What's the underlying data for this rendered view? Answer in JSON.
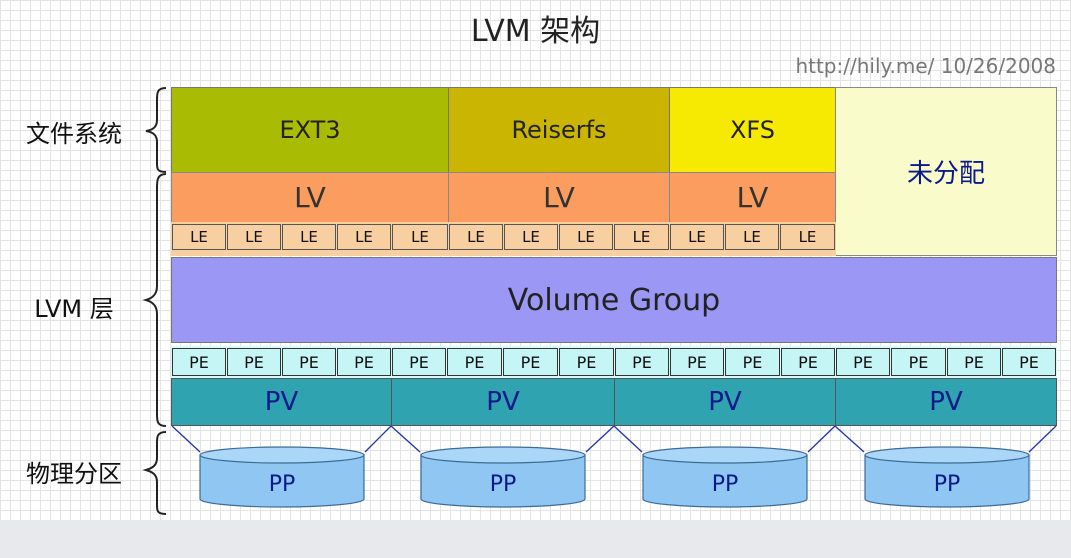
{
  "title": "LVM 架构",
  "source": "http://hily.me/  10/26/2008",
  "side_labels": {
    "filesystem": "文件系统",
    "lvm_layer": "LVM 层",
    "physical_partition": "物理分区"
  },
  "filesystems": [
    "EXT3",
    "Reiserfs",
    "XFS"
  ],
  "unallocated": "未分配",
  "lv_label": "LV",
  "le_label": "LE",
  "volume_group": "Volume Group",
  "pe_label": "PE",
  "pv_label": "PV",
  "pp_label": "PP",
  "colors": {
    "ext3": "#a9bb02",
    "reiserfs": "#cab602",
    "xfs": "#f7ea02",
    "lv": "#fb9d5e",
    "le": "#f8cfa0",
    "volume_group": "#9b97f5",
    "pe": "#c6f5f6",
    "pv": "#2fa3b0",
    "pp": "#8fc6f2",
    "unallocated": "#fafbcb"
  }
}
